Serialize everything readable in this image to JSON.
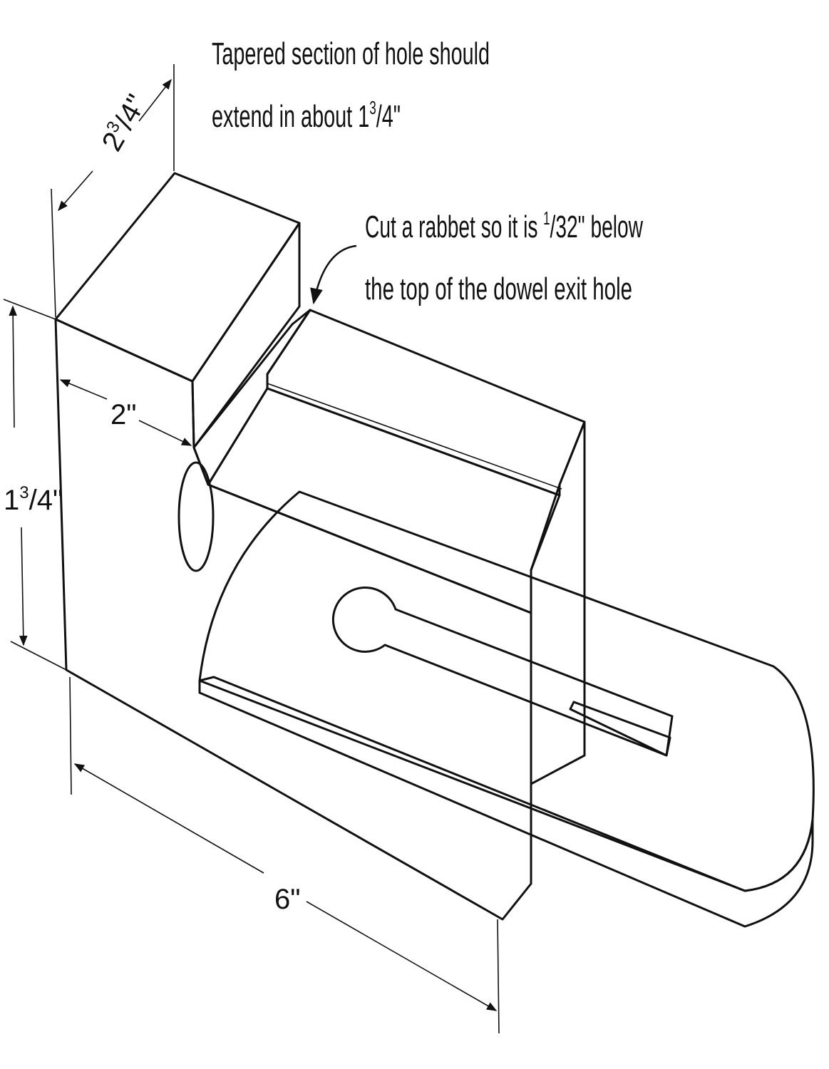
{
  "annotations": {
    "taper_note": {
      "line1": "Tapered section of hole should",
      "line2": "extend in about 1",
      "frac_num": "3",
      "frac_den": "/4",
      "suffix": "\""
    },
    "rabbet_note": {
      "line1_a": "Cut a rabbet so it is ",
      "frac_num": "1",
      "frac_den": "/32",
      "line1_b": "\" below",
      "line2": "the top of the dowel exit hole"
    }
  },
  "dimensions": {
    "width_top": {
      "whole": "2",
      "num": "3",
      "den": "/4",
      "unit": "\""
    },
    "inset": {
      "text": "2\""
    },
    "height": {
      "whole": "1",
      "num": "3",
      "den": "/4",
      "unit": "\""
    },
    "length": {
      "text": "6\""
    }
  },
  "colors": {
    "block": "#d9d9d9",
    "plate": "#a3a3a3",
    "plate_edge": "#bdbdbd",
    "line": "#111111"
  }
}
